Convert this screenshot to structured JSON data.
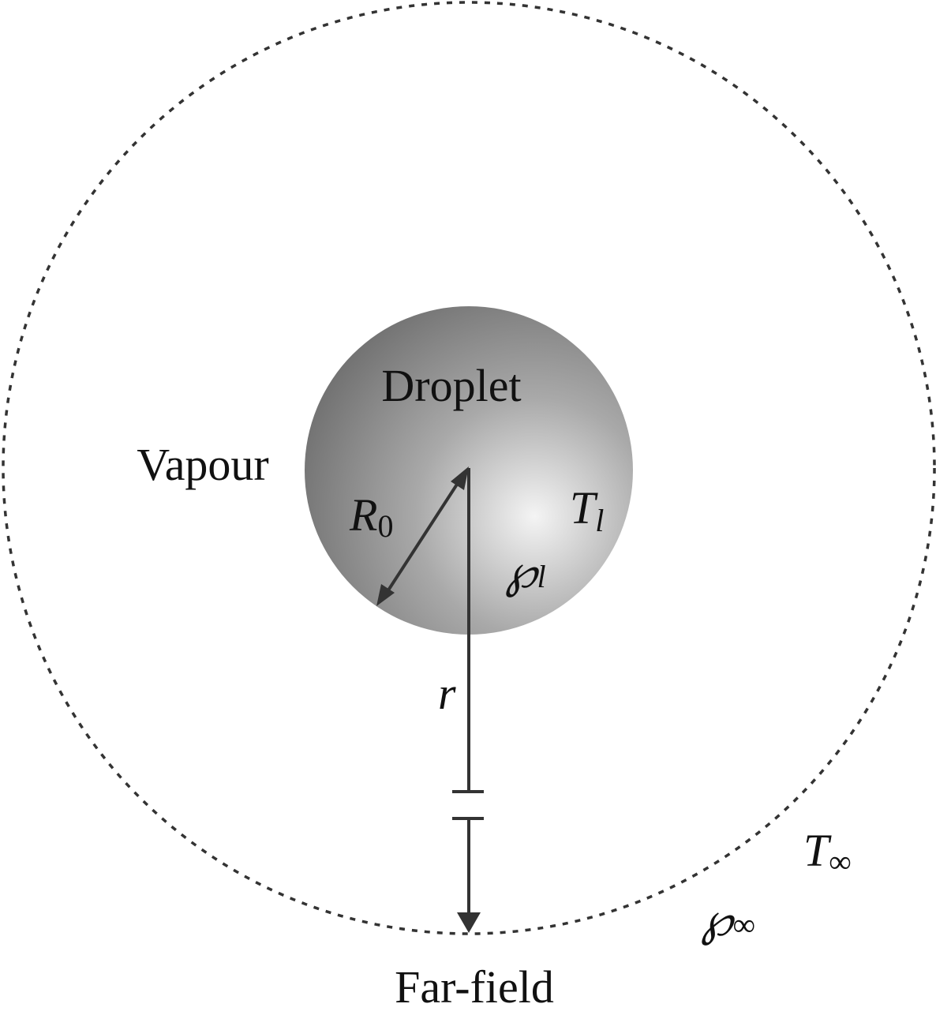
{
  "labels": {
    "droplet": "Droplet",
    "vapour": "Vapour",
    "far_field": "Far-field",
    "radius_symbol": "R",
    "radius_subscript": "0",
    "radial_coordinate": "r",
    "droplet_temperature_symbol": "T",
    "droplet_temperature_subscript": "l",
    "droplet_pressure_symbol": "℘",
    "droplet_pressure_subscript": "l",
    "farfield_temperature_symbol": "T",
    "farfield_temperature_subscript": "∞",
    "farfield_pressure_symbol": "℘",
    "farfield_pressure_subscript": "∞"
  },
  "colors": {
    "background": "#ffffff",
    "line": "#333333",
    "droplet_highlight": "#f4f4f4",
    "droplet_mid": "#a9a9a9",
    "droplet_shadow": "#6a6a6a"
  }
}
